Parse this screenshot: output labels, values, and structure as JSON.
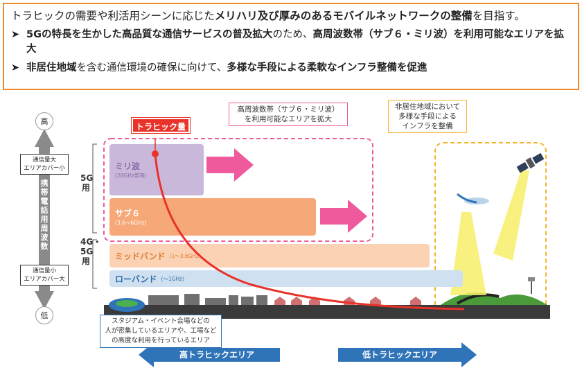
{
  "summary": {
    "headline_pre": "トラヒックの需要や利活用シーンに応じた",
    "headline_bold": "メリハリ及び厚みのあるモバイルネットワークの整備",
    "headline_post": "を目指す。",
    "bullets": [
      {
        "mark": "➤",
        "text": "5Gの特長を生かした高品質な通信サービスの普及拡大",
        "text_normal": "のため、",
        "text_bold2": "高周波数帯（サブ６・ミリ波）を利用可能なエリアを拡大"
      },
      {
        "mark": "➤",
        "text": "非居住地域",
        "text_normal": "を含む通信環境の確保に向けて、",
        "text_bold2": "多様な手段による柔軟なインフラ整備を促進"
      }
    ]
  },
  "diagram": {
    "traffic_label": "トラヒック量",
    "callout_high_freq": [
      "高周波数帯（サブ６・ミリ波）",
      "を利用可能なエリアを拡大"
    ],
    "callout_non_residential": [
      "非居住地域において",
      "多様な手段による",
      "インフラを整備"
    ],
    "callout_stadium": [
      "スタジアム・イベント会場などの",
      "人が密集しているエリアや、工場など",
      "の高度な利用を行っているエリア"
    ],
    "axis": {
      "high": "高",
      "low": "低",
      "top_note": [
        "通信量大",
        "エリアカバー小"
      ],
      "bottom_note": [
        "通信量小",
        "エリアカバー大"
      ],
      "title": "携帯電話用周波数"
    },
    "group_5g": "5G用",
    "group_4g5g": "4G・5G用",
    "bands": [
      {
        "name": "ミリ波",
        "range": "(28GHz帯等)",
        "color": "#c9b8da",
        "text_color": "#8a6aa8"
      },
      {
        "name": "サブ６",
        "range": "(3.6～6GHz)",
        "color": "#f6a878",
        "text_color": "#ffffff"
      },
      {
        "name": "ミッドバンド",
        "range": "(1～3.6GHz)",
        "color": "#fbd2b4",
        "text_color": "#e07a2c"
      },
      {
        "name": "ローバンド",
        "range": "(～1GHz)",
        "color": "#cfe0f0",
        "text_color": "#2f6aa8"
      }
    ],
    "arrow_high": "高トラヒックエリア",
    "arrow_low": "低トラヒックエリア",
    "colors": {
      "orange": "#f08a24",
      "pink": "#ee5a9c",
      "red": "#e8322a",
      "yellow": "#f5b428",
      "blue": "#2f73b8"
    }
  }
}
